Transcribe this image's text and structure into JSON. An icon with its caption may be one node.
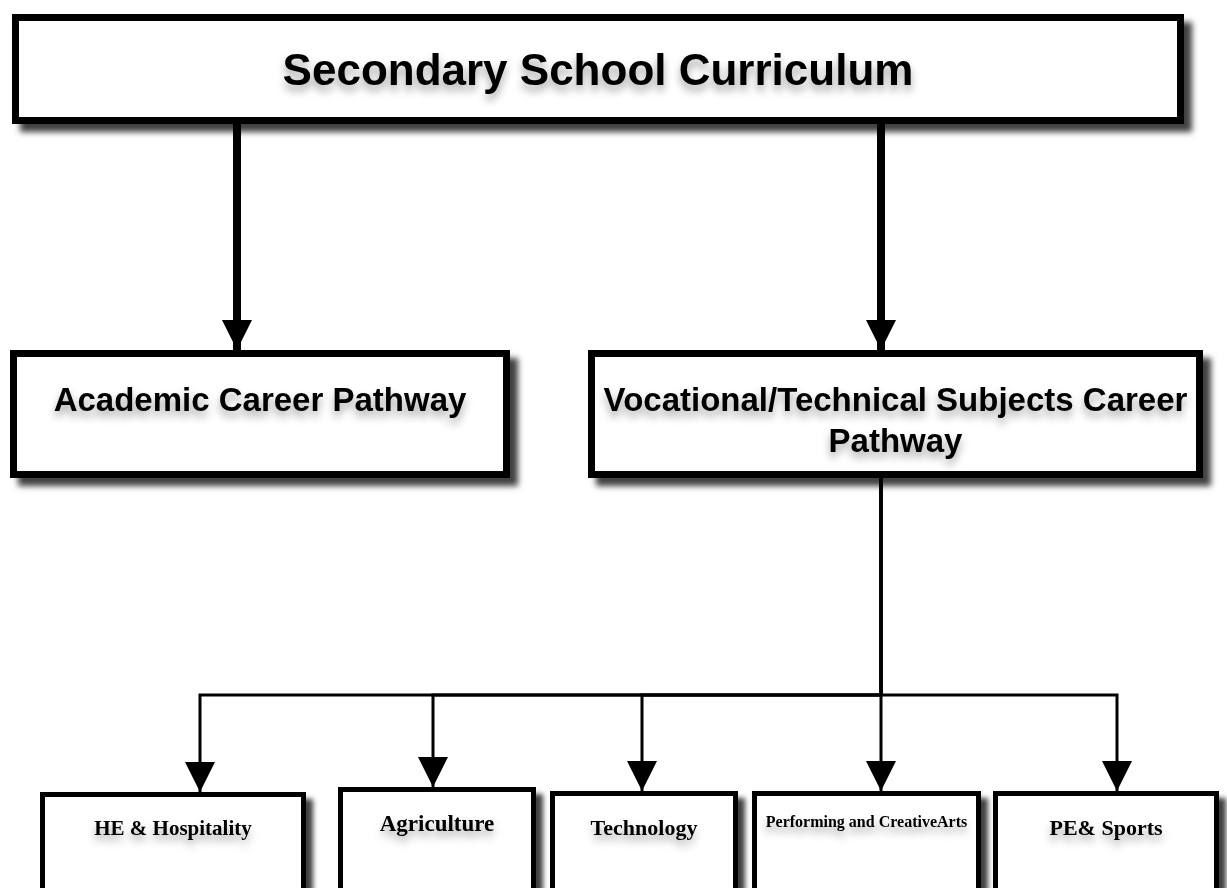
{
  "diagram": {
    "nodes": [
      {
        "text": [
          "Secondary School Curriculum"
        ]
      },
      {
        "text": [
          "Academic Career Pathway"
        ]
      },
      {
        "text": [
          "Vocational/Technical Subjects Career Pathway"
        ]
      },
      {
        "text": [
          "HE & Hospitality"
        ]
      },
      {
        "text": [
          "Agriculture"
        ]
      },
      {
        "text": [
          "Technology"
        ]
      },
      {
        "text": [
          "Performing and CreativeArts"
        ]
      },
      {
        "text": [
          "PE& Sports"
        ]
      }
    ],
    "edges": [
      {
        "from": 0,
        "to": 1,
        "arrow": "to",
        "style": "thick"
      },
      {
        "from": 0,
        "to": 2,
        "arrow": "to",
        "style": "thick"
      },
      {
        "from": 2,
        "to": 3,
        "arrow": "to"
      },
      {
        "from": 2,
        "to": 4,
        "arrow": "to"
      },
      {
        "from": 2,
        "to": 5,
        "arrow": "to"
      },
      {
        "from": 2,
        "to": 6,
        "arrow": "to"
      },
      {
        "from": 2,
        "to": 7,
        "arrow": "to"
      }
    ]
  }
}
